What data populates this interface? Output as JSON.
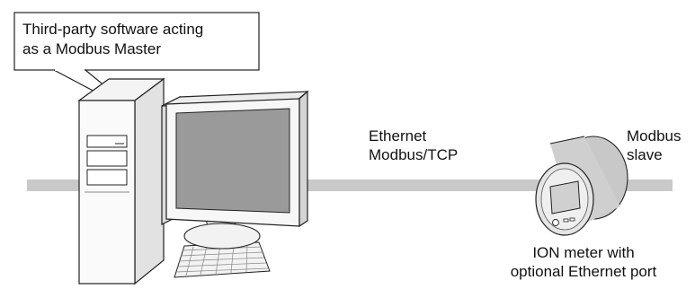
{
  "callout": {
    "line1": "Third-party software acting",
    "line2": "as a Modbus Master"
  },
  "network": {
    "line1": "Ethernet",
    "line2": "Modbus/TCP"
  },
  "slave": {
    "line1": "Modbus",
    "line2": "slave"
  },
  "meter": {
    "line1": "ION meter with",
    "line2": "optional Ethernet port"
  },
  "colors": {
    "network_line": "#c9c9c9",
    "screen": "#9a9a9a",
    "outline": "#222222"
  }
}
